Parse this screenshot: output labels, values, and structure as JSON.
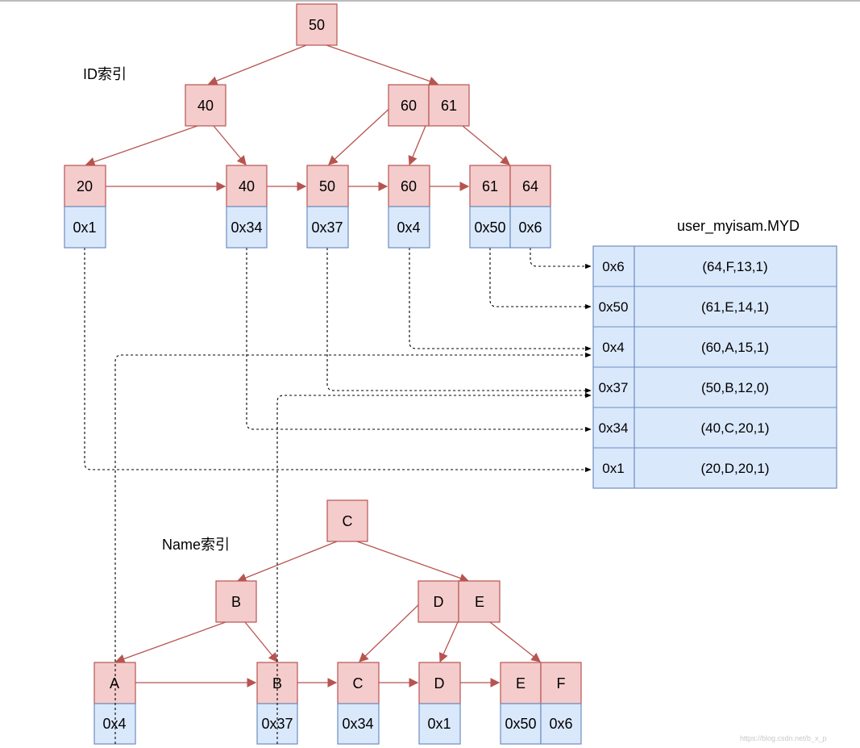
{
  "id_index": {
    "title": "ID索引",
    "root": "50",
    "level1": {
      "left": "40",
      "right": [
        "60",
        "61"
      ]
    },
    "leaves": [
      {
        "keys": [
          "20"
        ],
        "ptrs": [
          "0x1"
        ]
      },
      {
        "keys": [
          "40"
        ],
        "ptrs": [
          "0x34"
        ]
      },
      {
        "keys": [
          "50"
        ],
        "ptrs": [
          "0x37"
        ]
      },
      {
        "keys": [
          "60"
        ],
        "ptrs": [
          "0x4"
        ]
      },
      {
        "keys": [
          "61",
          "64"
        ],
        "ptrs": [
          "0x50",
          "0x6"
        ]
      }
    ]
  },
  "name_index": {
    "title": "Name索引",
    "root": "C",
    "level1": {
      "left": "B",
      "right": [
        "D",
        "E"
      ]
    },
    "leaves": [
      {
        "keys": [
          "A"
        ],
        "ptrs": [
          "0x4"
        ]
      },
      {
        "keys": [
          "B"
        ],
        "ptrs": [
          "0x37"
        ]
      },
      {
        "keys": [
          "C"
        ],
        "ptrs": [
          "0x34"
        ]
      },
      {
        "keys": [
          "D"
        ],
        "ptrs": [
          "0x1"
        ]
      },
      {
        "keys": [
          "E",
          "F"
        ],
        "ptrs": [
          "0x50",
          "0x6"
        ]
      }
    ]
  },
  "data_file": {
    "title": "user_myisam.MYD",
    "rows": [
      {
        "addr": "0x6",
        "record": "(64,F,13,1)"
      },
      {
        "addr": "0x50",
        "record": "(61,E,14,1)"
      },
      {
        "addr": "0x4",
        "record": "(60,A,15,1)"
      },
      {
        "addr": "0x37",
        "record": "(50,B,12,0)"
      },
      {
        "addr": "0x34",
        "record": "(40,C,20,1)"
      },
      {
        "addr": "0x1",
        "record": "(20,D,20,1)"
      }
    ]
  },
  "watermark": "https://blog.csdn.net/b_x_p",
  "colors": {
    "key_fill": "#f4cccc",
    "key_stroke": "#b85450",
    "ptr_fill": "#dae8fc",
    "ptr_stroke": "#6c8ebf",
    "edge": "#b85450"
  }
}
